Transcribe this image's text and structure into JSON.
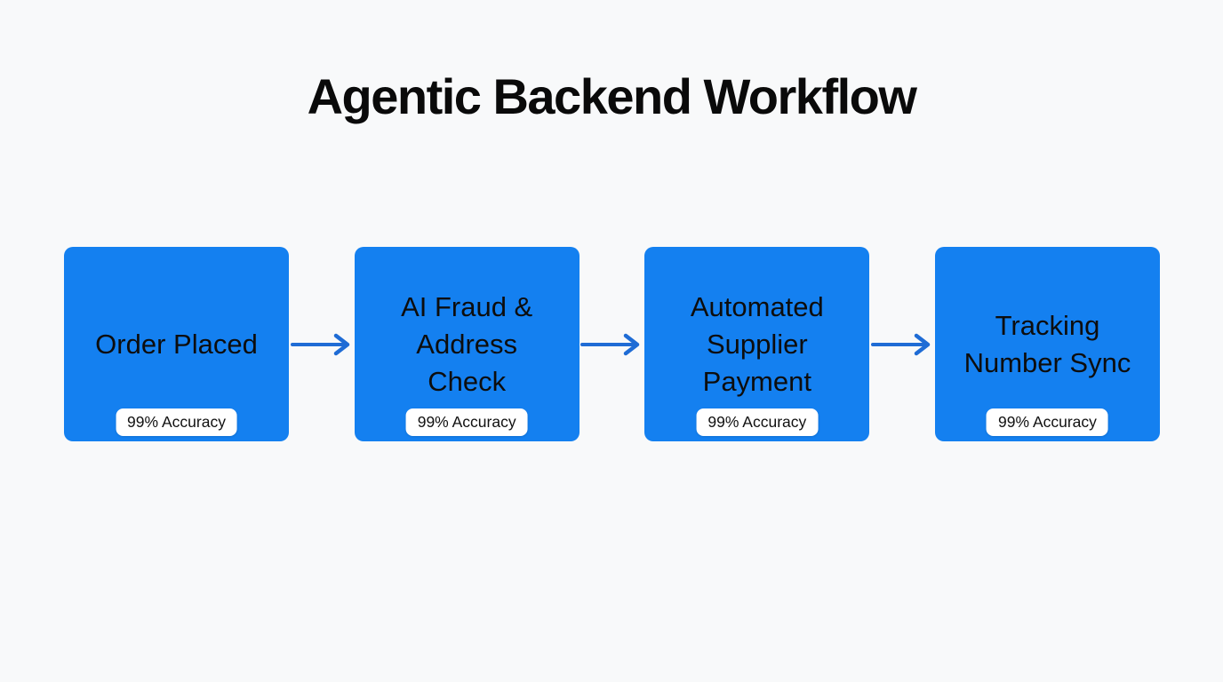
{
  "title": "Agentic Backend Workflow",
  "workflow": {
    "steps": [
      {
        "label": "Order Placed",
        "badge": "99% Accuracy"
      },
      {
        "label": "AI Fraud & Address Check",
        "badge": "99% Accuracy"
      },
      {
        "label": "Automated Supplier Payment",
        "badge": "99% Accuracy"
      },
      {
        "label": "Tracking Number Sync",
        "badge": "99% Accuracy"
      }
    ]
  },
  "colors": {
    "background": "#f8f9fa",
    "title_text": "#0a0a0a",
    "box_fill": "#1480f0",
    "box_text": "#0d0d0d",
    "badge_bg": "#ffffff",
    "badge_text": "#111111",
    "arrow": "#1f6cd5"
  }
}
